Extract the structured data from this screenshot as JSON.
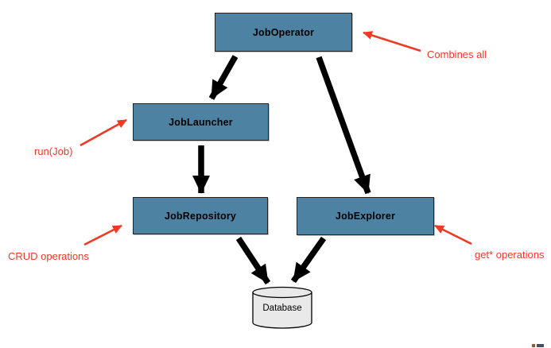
{
  "diagram": {
    "title_context": "Job component architecture diagram",
    "nodes": [
      {
        "id": "job-operator",
        "label": "JobOperator"
      },
      {
        "id": "job-launcher",
        "label": "JobLauncher"
      },
      {
        "id": "job-repository",
        "label": "JobRepository"
      },
      {
        "id": "job-explorer",
        "label": "JobExplorer"
      }
    ],
    "database": {
      "label": "Database"
    },
    "annotations": [
      {
        "id": "combines-all",
        "label": "Combines all"
      },
      {
        "id": "run-job",
        "label": "run(Job)"
      },
      {
        "id": "crud-operations",
        "label": "CRUD operations"
      },
      {
        "id": "get-operations",
        "label": "get* operations"
      }
    ],
    "edges": [
      {
        "from": "job-operator",
        "to": "job-launcher"
      },
      {
        "from": "job-operator",
        "to": "job-explorer"
      },
      {
        "from": "job-launcher",
        "to": "job-repository"
      },
      {
        "from": "job-repository",
        "to": "database"
      },
      {
        "from": "job-explorer",
        "to": "database"
      }
    ],
    "colors": {
      "node_fill": "#4e82a2",
      "node_border": "#222222",
      "flow_arrow": "#000000",
      "annotation_red": "#ee3a24",
      "database_fill": "#e9e9e9",
      "corner_artifact_left": "#96572c",
      "corner_artifact_right": "#41506b"
    }
  }
}
